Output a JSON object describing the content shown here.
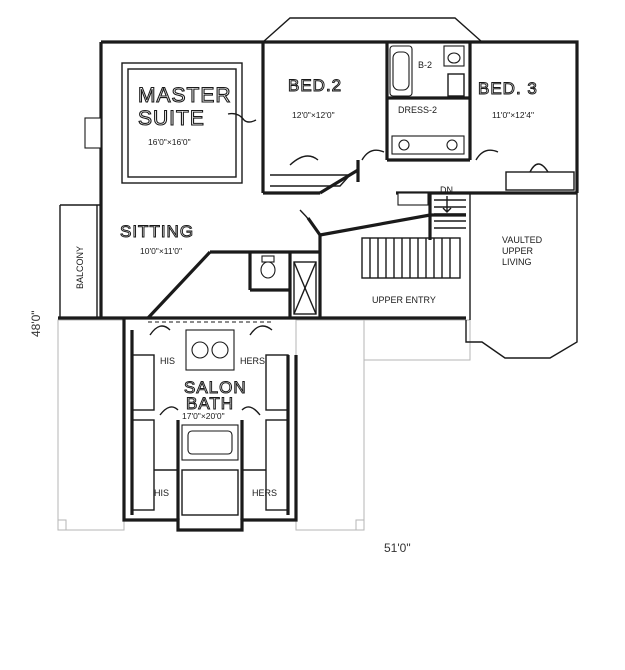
{
  "rooms": {
    "master_suite": {
      "name_line1": "MASTER",
      "name_line2": "SUITE",
      "size": "16'0\"×16'0\""
    },
    "bed2": {
      "name": "BED.2",
      "size": "12'0\"×12'0\""
    },
    "bed3": {
      "name": "BED. 3",
      "size": "11'0\"×12'4\""
    },
    "b2": {
      "name": "B-2"
    },
    "dress2": {
      "name": "DRESS-2"
    },
    "sitting": {
      "name": "SITTING",
      "size": "10'0\"×11'0\""
    },
    "balcony": {
      "name": "BALCONY"
    },
    "dn": {
      "name": "DN."
    },
    "vaulted": {
      "line1": "VAULTED",
      "line2": "UPPER",
      "line3": "LIVING"
    },
    "upper_entry": {
      "name": "UPPER ENTRY"
    },
    "salon_bath": {
      "name_line1": "SALON",
      "name_line2": "BATH",
      "size": "17'0\"×20'0\""
    },
    "his_top": {
      "name": "HIS"
    },
    "hers_top": {
      "name": "HERS"
    },
    "his_bottom": {
      "name": "HIS"
    },
    "hers_bottom": {
      "name": "HERS"
    }
  },
  "dimensions": {
    "width": "51'0\"",
    "depth": "48'0\""
  }
}
